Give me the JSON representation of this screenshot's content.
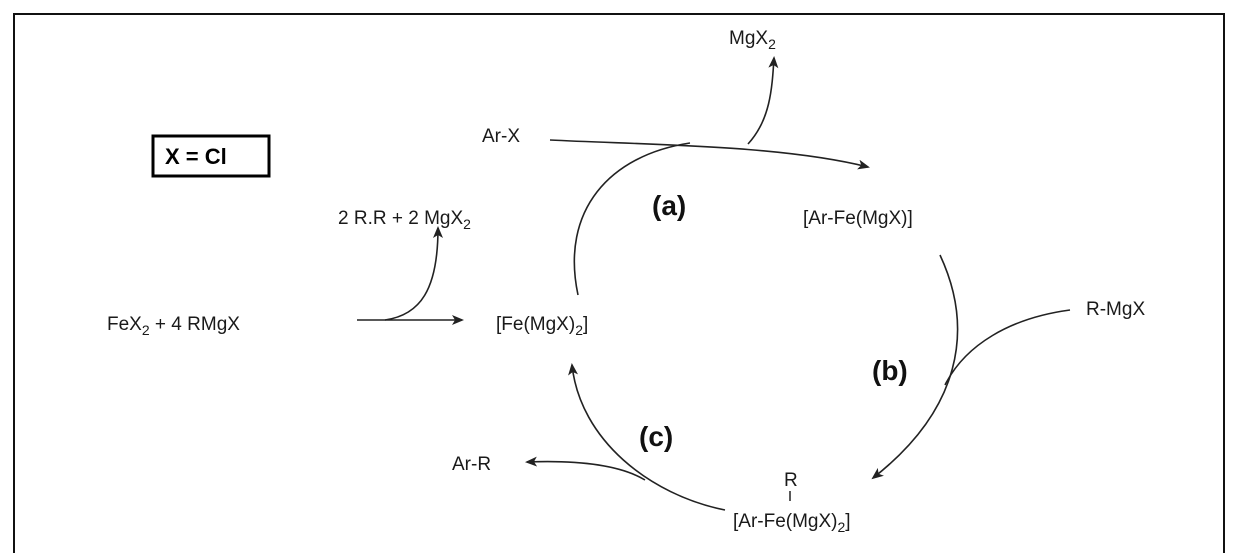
{
  "definition_box": {
    "text": "X = Cl"
  },
  "start_reagents": {
    "main": "FeX",
    "sub": "2",
    "rest": " + 4 RMgX"
  },
  "byproducts": {
    "text": "2 R.R + 2 MgX",
    "sub": "2"
  },
  "species": {
    "fe_mgx2": {
      "main": "[Fe(MgX)",
      "sub": "2",
      "end": "]"
    },
    "ar_fe_mgx": {
      "text": "[Ar-Fe(MgX)]"
    },
    "ar_fe_r": {
      "r": "R",
      "main": "[Ar-Fe(MgX)",
      "sub": "2",
      "end": "]"
    }
  },
  "reagents": {
    "ar_x": "Ar-X",
    "mgx2": {
      "main": "MgX",
      "sub": "2"
    },
    "r_mgx": "R-MgX",
    "ar_r": "Ar-R"
  },
  "steps": {
    "a": "(a)",
    "b": "(b)",
    "c": "(c)"
  },
  "colors": {
    "line": "#222222",
    "text": "#1a1a1a",
    "border": "#111111"
  }
}
